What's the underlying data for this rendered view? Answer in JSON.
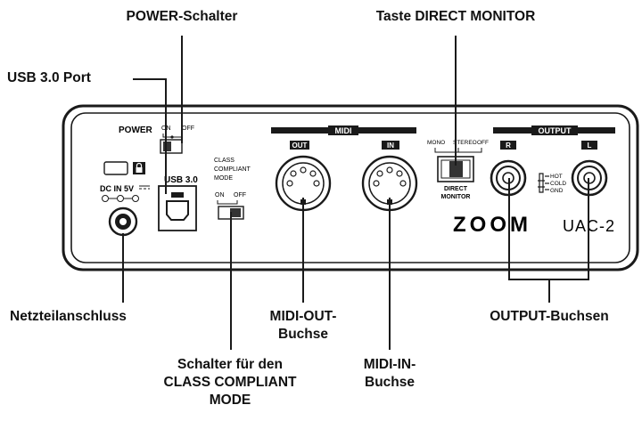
{
  "callouts": {
    "power_switch": "POWER-Schalter",
    "direct_monitor": "Taste DIRECT MONITOR",
    "usb_port": "USB 3.0 Port",
    "dc_jack": "Netzteilanschluss",
    "midi_out": [
      "MIDI-OUT-",
      "Buchse"
    ],
    "midi_in": [
      "MIDI-IN-",
      "Buchse"
    ],
    "class_compliant": [
      "Schalter für den",
      "CLASS COMPLIANT",
      "MODE"
    ],
    "output": "OUTPUT-Buchsen"
  },
  "panel": {
    "power_label": "POWER",
    "power_on": "ON",
    "power_off": "OFF",
    "usb_label": "USB 3.0",
    "dc_label": "DC IN 5V",
    "class_label": [
      "CLASS",
      "COMPLIANT",
      "MODE"
    ],
    "class_on": "ON",
    "class_off": "OFF",
    "midi_header": "MIDI",
    "midi_out_tag": "OUT",
    "midi_in_tag": "IN",
    "dm_mono": "MONO",
    "dm_stereo": "STEREO",
    "dm_off": "OFF",
    "dm_label": [
      "DIRECT",
      "MONITOR"
    ],
    "output_header": "OUTPUT",
    "out_r": "R",
    "out_l": "L",
    "trs_legend": [
      "HOT",
      "COLD",
      "GND"
    ],
    "brand": "ZOOM",
    "model": "UAC-2"
  }
}
